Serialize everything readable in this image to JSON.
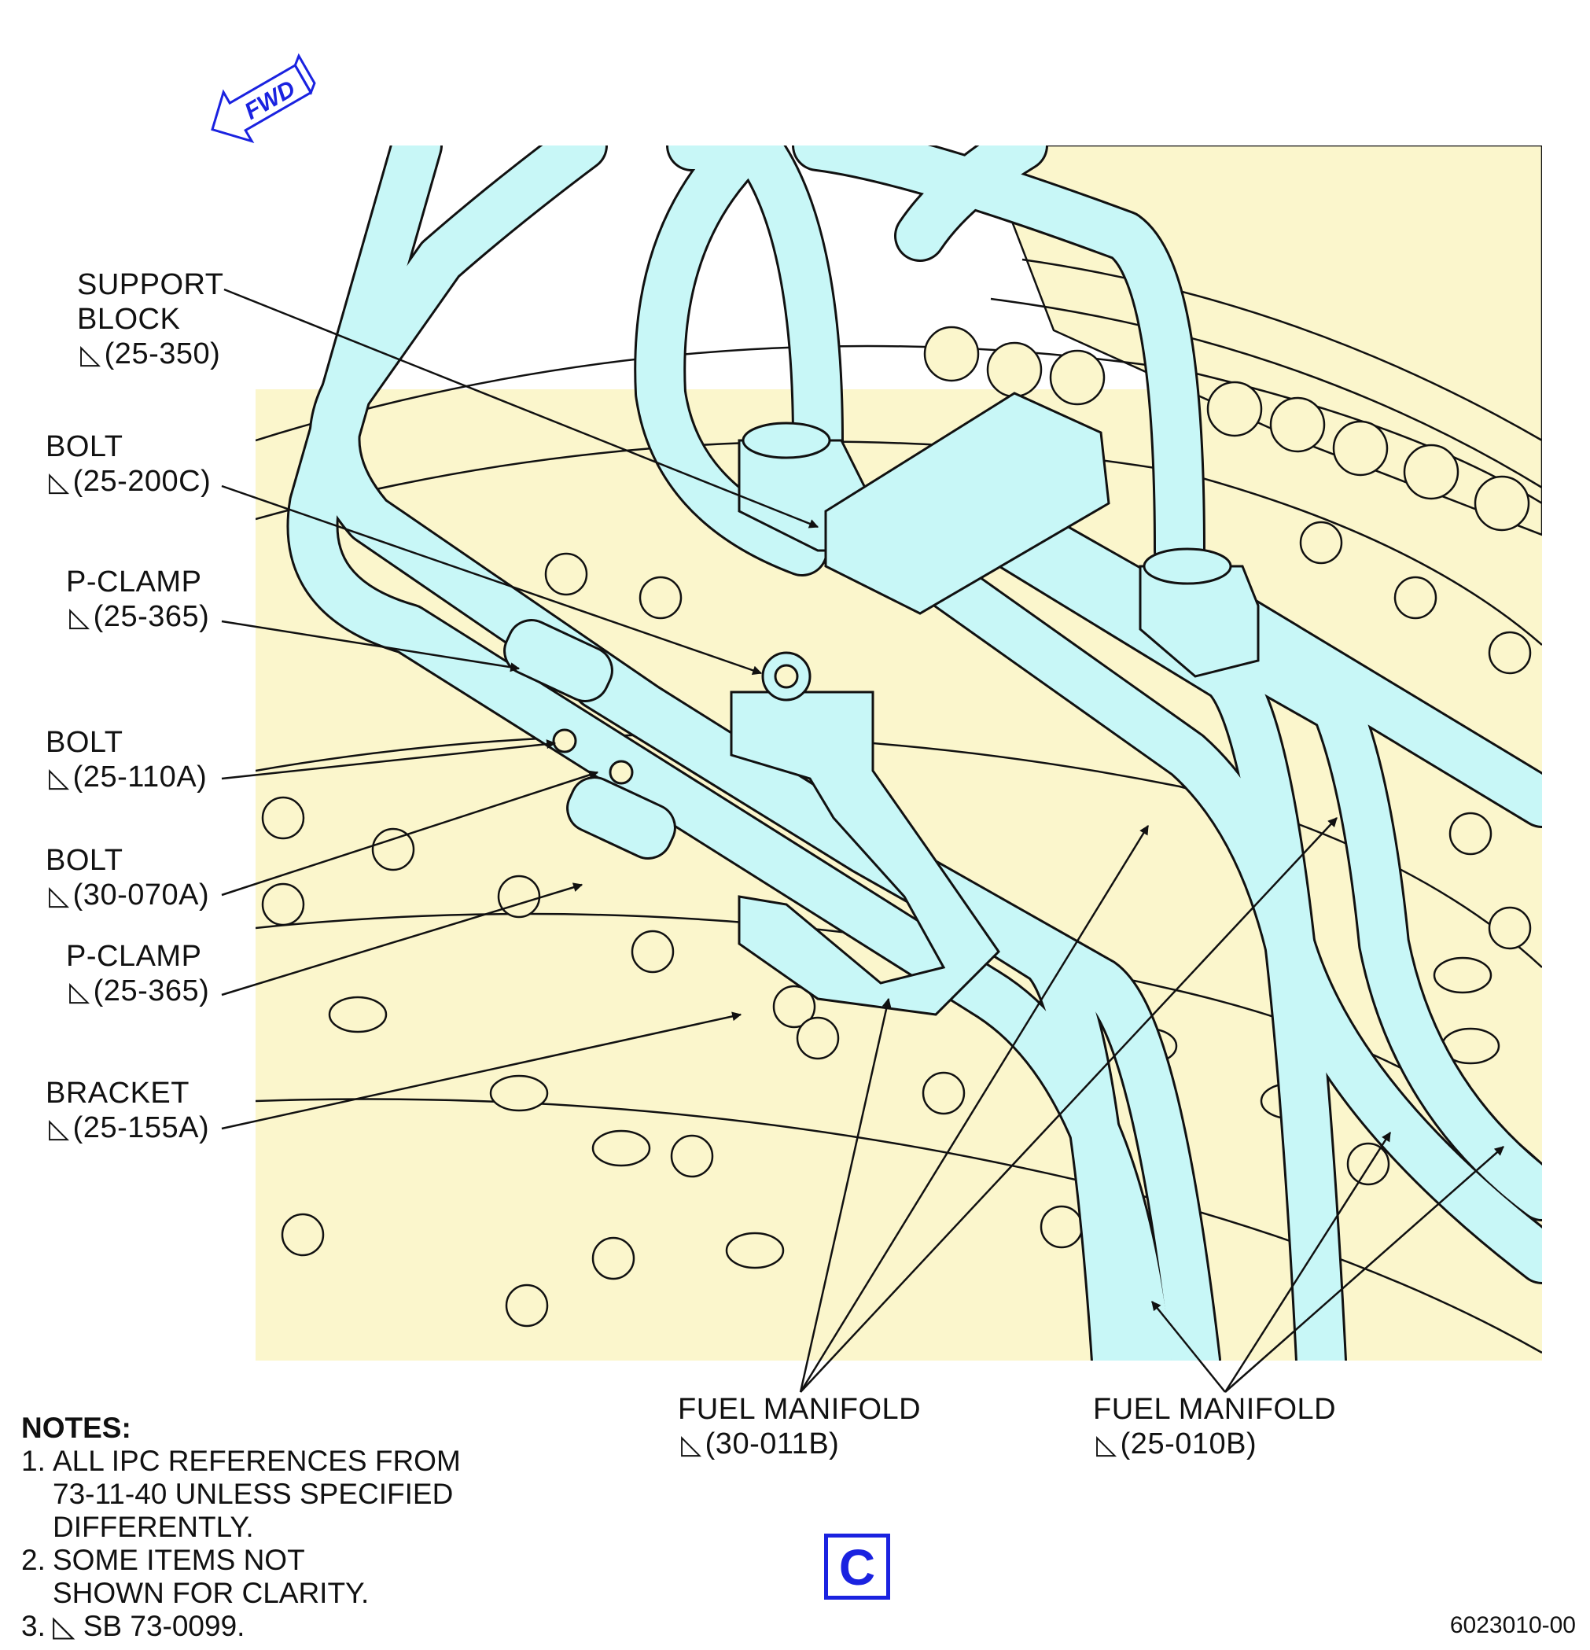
{
  "orientation": {
    "label": "FWD",
    "color": "#1a22e0"
  },
  "colors": {
    "engine_fill": "#fbf6cc",
    "manifold_fill": "#c8f7f7",
    "line": "#111111",
    "accent": "#1a22e0"
  },
  "callouts": [
    {
      "id": "support-block",
      "lines": [
        "SUPPORT",
        "BLOCK"
      ],
      "ref": "(25-350)"
    },
    {
      "id": "bolt-25-200c",
      "lines": [
        "BOLT"
      ],
      "ref": "(25-200C)"
    },
    {
      "id": "p-clamp-upper",
      "lines": [
        "P-CLAMP"
      ],
      "ref": "(25-365)"
    },
    {
      "id": "bolt-25-110a",
      "lines": [
        "BOLT"
      ],
      "ref": "(25-110A)"
    },
    {
      "id": "bolt-30-070a",
      "lines": [
        "BOLT"
      ],
      "ref": "(30-070A)"
    },
    {
      "id": "p-clamp-lower",
      "lines": [
        "P-CLAMP"
      ],
      "ref": "(25-365)"
    },
    {
      "id": "bracket",
      "lines": [
        "BRACKET"
      ],
      "ref": "(25-155A)"
    },
    {
      "id": "fuel-manifold-30",
      "lines": [
        "FUEL MANIFOLD"
      ],
      "ref": "(30-011B)"
    },
    {
      "id": "fuel-manifold-25",
      "lines": [
        "FUEL MANIFOLD"
      ],
      "ref": "(25-010B)"
    }
  ],
  "notes": {
    "header": "NOTES:",
    "items": [
      {
        "num": "1.",
        "first": "ALL IPC REFERENCES FROM",
        "rest": [
          "73-11-40 UNLESS SPECIFIED",
          "DIFFERENTLY."
        ]
      },
      {
        "num": "2.",
        "first": "SOME ITEMS NOT",
        "rest": [
          "SHOWN FOR CLARITY."
        ]
      },
      {
        "num": "3.",
        "first": "SB 73-0099.",
        "rest": []
      }
    ]
  },
  "view_label": "C",
  "figure_id": "6023010-00"
}
